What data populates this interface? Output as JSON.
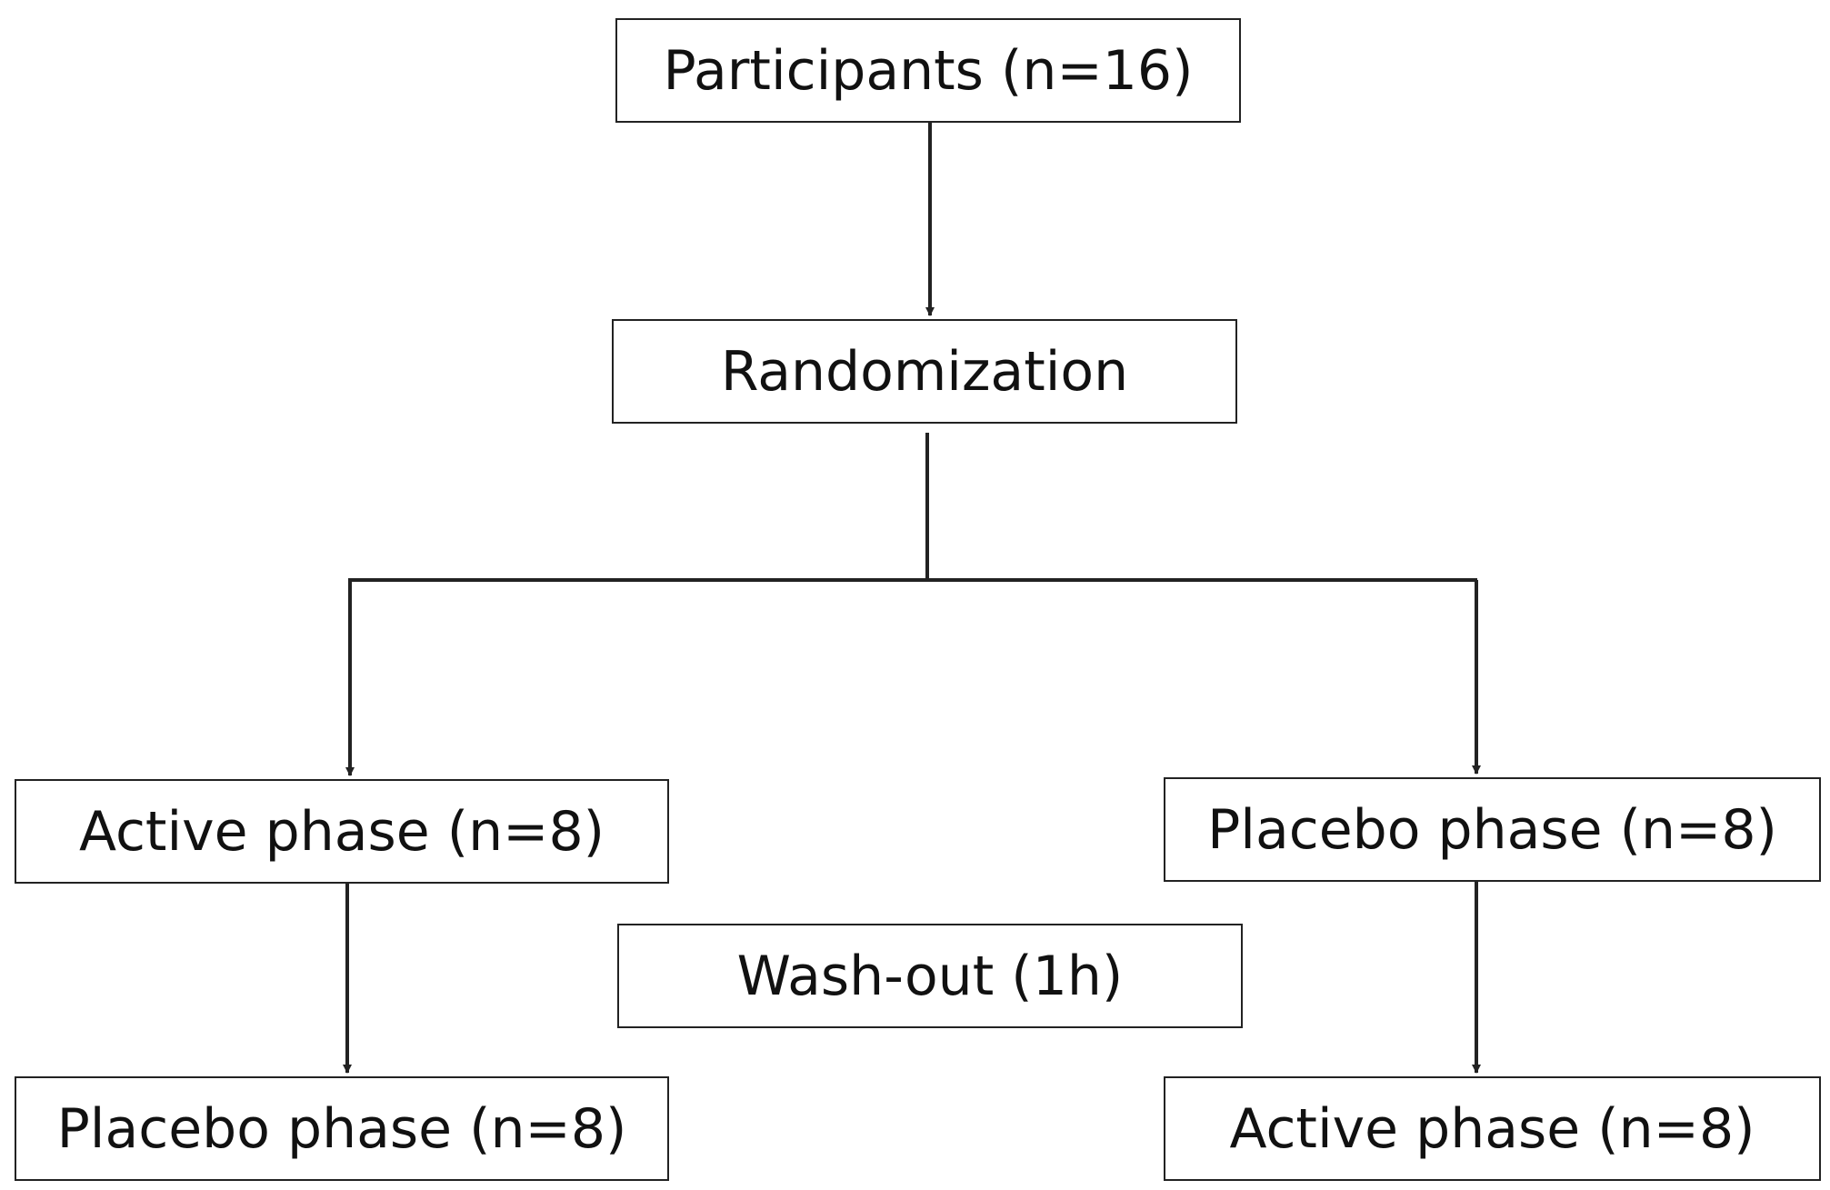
{
  "nodes": {
    "participants": "Participants (n=16)",
    "randomization": "Randomization",
    "arm1_first": "Active phase (n=8)",
    "arm2_first": "Placebo phase (n=8)",
    "washout": "Wash-out (1h)",
    "arm1_second": "Placebo phase (n=8)",
    "arm2_second": "Active phase (n=8)"
  },
  "edges": [
    {
      "from": "participants",
      "to": "randomization"
    },
    {
      "from": "randomization",
      "to": "arm1_first"
    },
    {
      "from": "randomization",
      "to": "arm2_first"
    },
    {
      "from": "arm1_first",
      "to": "arm1_second"
    },
    {
      "from": "arm2_first",
      "to": "arm2_second"
    }
  ],
  "colors": {
    "stroke": "#222222",
    "background": "#ffffff"
  }
}
